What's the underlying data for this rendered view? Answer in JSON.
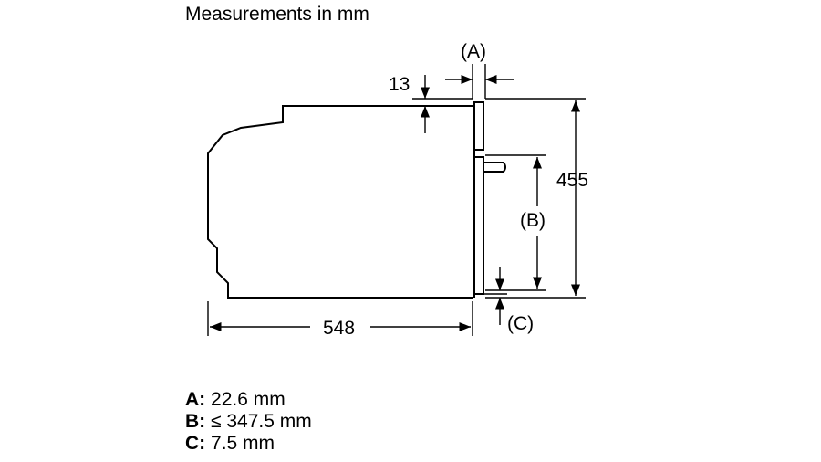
{
  "title": "Measurements in mm",
  "dimensions": {
    "top_offset": "13",
    "height": "455",
    "depth": "548",
    "label_a": "(A)",
    "label_b": "(B)",
    "label_c": "(C)"
  },
  "legend": [
    {
      "key": "A:",
      "value": "22.6 mm"
    },
    {
      "key": "B:",
      "value": "≤ 347.5 mm"
    },
    {
      "key": "C:",
      "value": "7.5 mm"
    }
  ]
}
